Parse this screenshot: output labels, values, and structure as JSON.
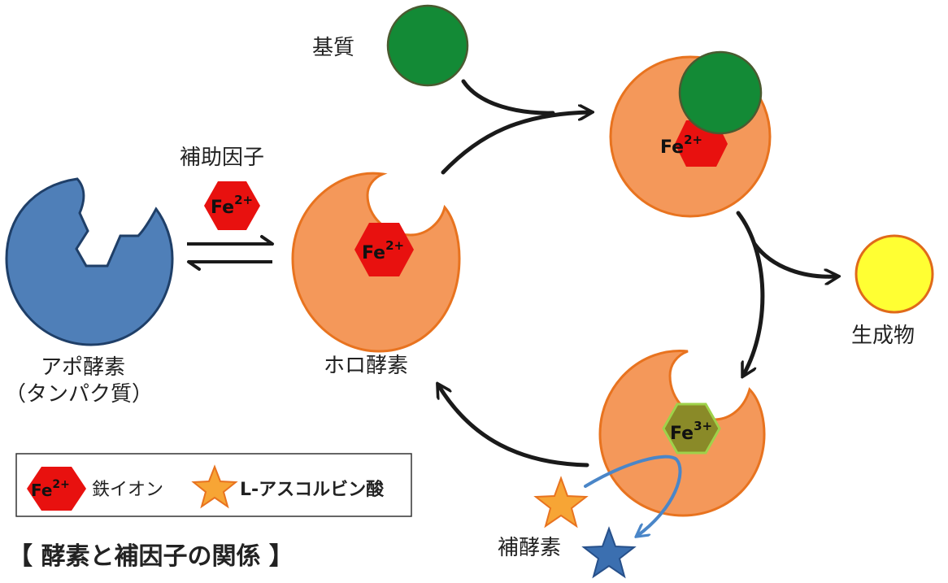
{
  "labels": {
    "substrate": "基質",
    "cofactor": "補助因子",
    "apo_enzyme_line1": "アポ酵素",
    "apo_enzyme_line2": "（タンパク質）",
    "holo_enzyme": "ホロ酵素",
    "product": "生成物",
    "coenzyme": "補酵素"
  },
  "ions": {
    "fe2_base": "Fe",
    "fe2_sup": "2+",
    "fe3_base": "Fe",
    "fe3_sup": "3+"
  },
  "legend": {
    "iron_ion": "鉄イオン",
    "ascorbic_acid": "L-アスコルビン酸"
  },
  "caption": "【 酵素と補因子の関係 】",
  "colors": {
    "apo_enzyme": "#4f7fb8",
    "enzyme": "#f4985a",
    "enzyme_outline": "#e8731f",
    "fe2": "#e8110f",
    "fe3": "#8a8a28",
    "fe3_outline": "#9fd24a",
    "substrate": "#138a36",
    "product": "#ffff33",
    "star_orange": "#f7a535",
    "star_blue": "#3b6fb0",
    "arrow": "#1a1a1a",
    "blue_arrow": "#4a86c8"
  },
  "icons": [
    "hexagon-icon",
    "star-icon",
    "arrow-icon"
  ]
}
